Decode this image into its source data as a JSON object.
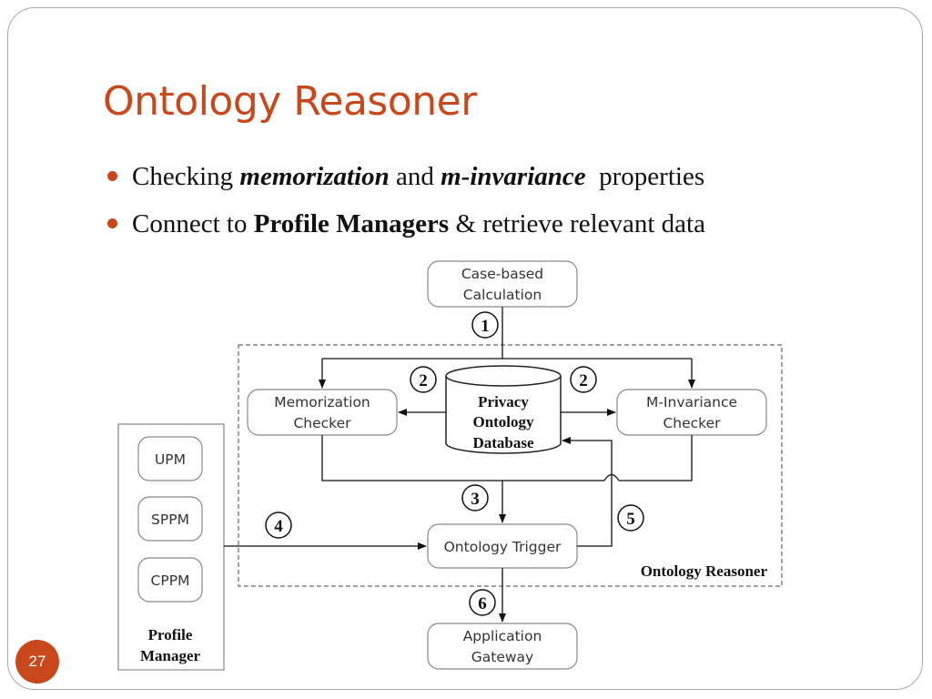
{
  "slide": {
    "title": "Ontology Reasoner",
    "bullet1": {
      "pre": "Checking ",
      "em1": "memorization",
      "mid": " and ",
      "em2": "m-invariance",
      "post": "  properties"
    },
    "bullet2": {
      "pre": "Connect to ",
      "strong": "Profile Managers",
      "post": " & retrieve relevant data"
    },
    "slide_number": "27"
  },
  "diagram": {
    "case_based": [
      "Case-based",
      "Calculation"
    ],
    "memorization": [
      "Memorization",
      "Checker"
    ],
    "database": [
      "Privacy",
      "Ontology",
      "Database"
    ],
    "m_invariance": [
      "M-Invariance",
      "Checker"
    ],
    "trigger": "Ontology Trigger",
    "gateway": [
      "Application",
      "Gateway"
    ],
    "reasoner_label": "Ontology Reasoner",
    "profile_items": [
      "UPM",
      "SPPM",
      "CPPM"
    ],
    "profile_label": [
      "Profile",
      "Manager"
    ],
    "steps": [
      "1",
      "2",
      "2",
      "3",
      "4",
      "5",
      "6"
    ]
  }
}
